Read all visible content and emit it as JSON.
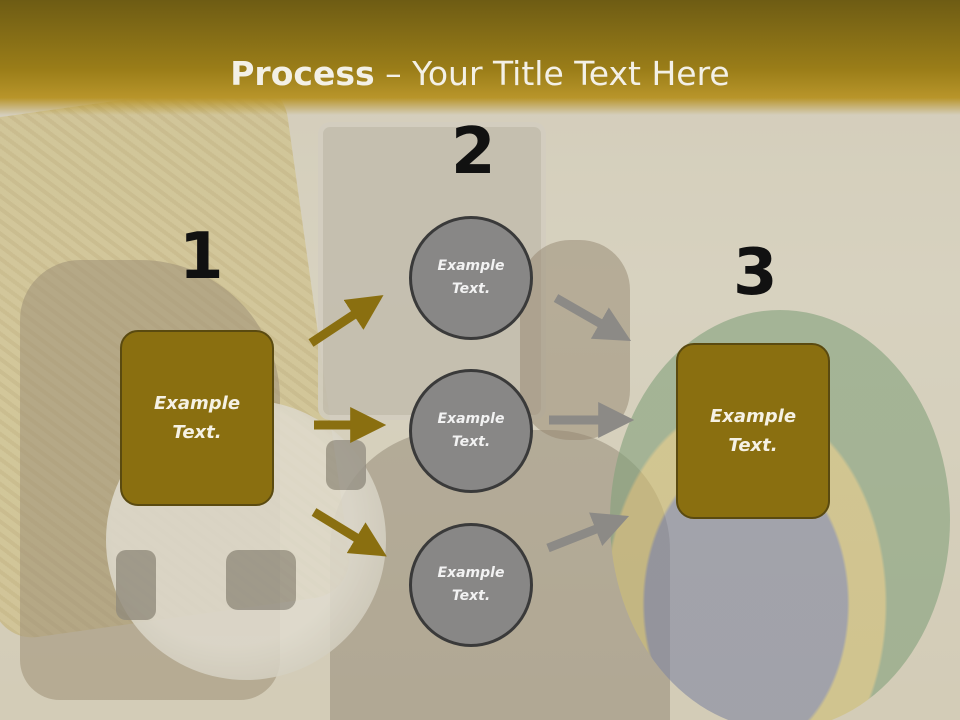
{
  "slide": {
    "title_bold": "Process",
    "title_rest": " – Your Title Text Here",
    "numbers": [
      "1",
      "2",
      "3"
    ],
    "box_left": {
      "line1": "Example",
      "line2": "Text."
    },
    "box_right": {
      "line1": "Example",
      "line2": "Text."
    },
    "circles": [
      {
        "line1": "Example",
        "line2": "Text."
      },
      {
        "line1": "Example",
        "line2": "Text."
      },
      {
        "line1": "Example",
        "line2": "Text."
      }
    ],
    "colors": {
      "header_gold": "#9a7d18",
      "box_gold": "#8a6f10",
      "circle_gray": "#888786",
      "arrow_gold": "#8a6f10",
      "arrow_gray": "#8c8a86"
    }
  }
}
